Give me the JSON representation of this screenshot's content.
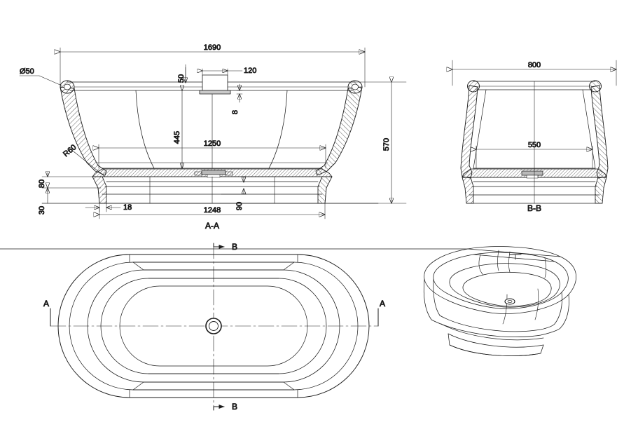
{
  "drawing": {
    "type": "engineering-drawing",
    "subject": "freestanding oval bathtub",
    "units": "mm",
    "line_color": "#1a1a1a",
    "background_color": "#ffffff"
  },
  "views": {
    "section_aa": {
      "label": "A-A",
      "dimensions": {
        "overall_length": "1690",
        "rim_diameter": "Ø50",
        "overflow_depth_from_rim": "50",
        "overflow_width": "120",
        "overflow_thickness": "8",
        "inner_depth": "445",
        "inner_length": "1250",
        "radius_foot": "R60",
        "plinth_height": "80",
        "base_height": "30",
        "foot_offset": "18",
        "base_length": "1248",
        "drain_height": "90",
        "overall_height": "570"
      }
    },
    "section_bb": {
      "label": "B-B",
      "dimensions": {
        "overall_width": "800",
        "inner_width": "550"
      }
    },
    "plan_view": {
      "section_marks": {
        "left": "A",
        "right": "A",
        "top": "B",
        "bottom": "B"
      }
    },
    "isometric_view": {
      "label": ""
    }
  }
}
